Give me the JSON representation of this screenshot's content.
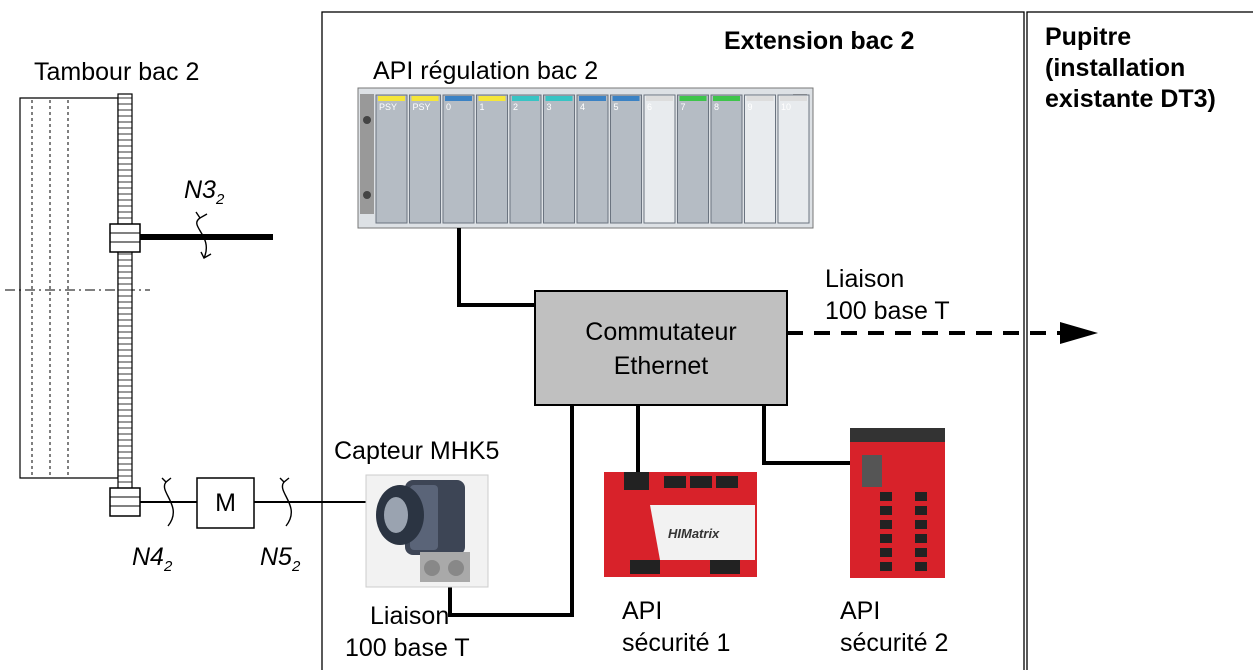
{
  "labels": {
    "extension_title": "Extension bac 2",
    "pupitre_title": "Pupitre (installation existante DT3)",
    "tambour": "Tambour bac 2",
    "api_regulation": "API régulation bac 2",
    "commutateur_line1": "Commutateur",
    "commutateur_line2": "Ethernet",
    "liaison_top_line1": "Liaison",
    "liaison_top_line2": "100 base T",
    "capteur": "Capteur MHK5",
    "liaison_bottom_line1": "Liaison",
    "liaison_bottom_line2": "100 base T",
    "api_securite1_line1": "API",
    "api_securite1_line2": "sécurité 1",
    "api_securite2_line1": "API",
    "api_securite2_line2": "sécurité 2",
    "motor": "M",
    "n3": "N3",
    "n3_sub": "2",
    "n4": "N4",
    "n4_sub": "2",
    "n5": "N5",
    "n5_sub": "2"
  },
  "rack_modules": [
    "PSY",
    "PSY",
    "0",
    "1",
    "2",
    "3",
    "4",
    "5",
    "6",
    "7",
    "8",
    "9",
    "10"
  ],
  "colors": {
    "switch_fill": "#c0c0c0",
    "rack_gray": "#b5bcc4",
    "plc_red": "#d8222a"
  }
}
